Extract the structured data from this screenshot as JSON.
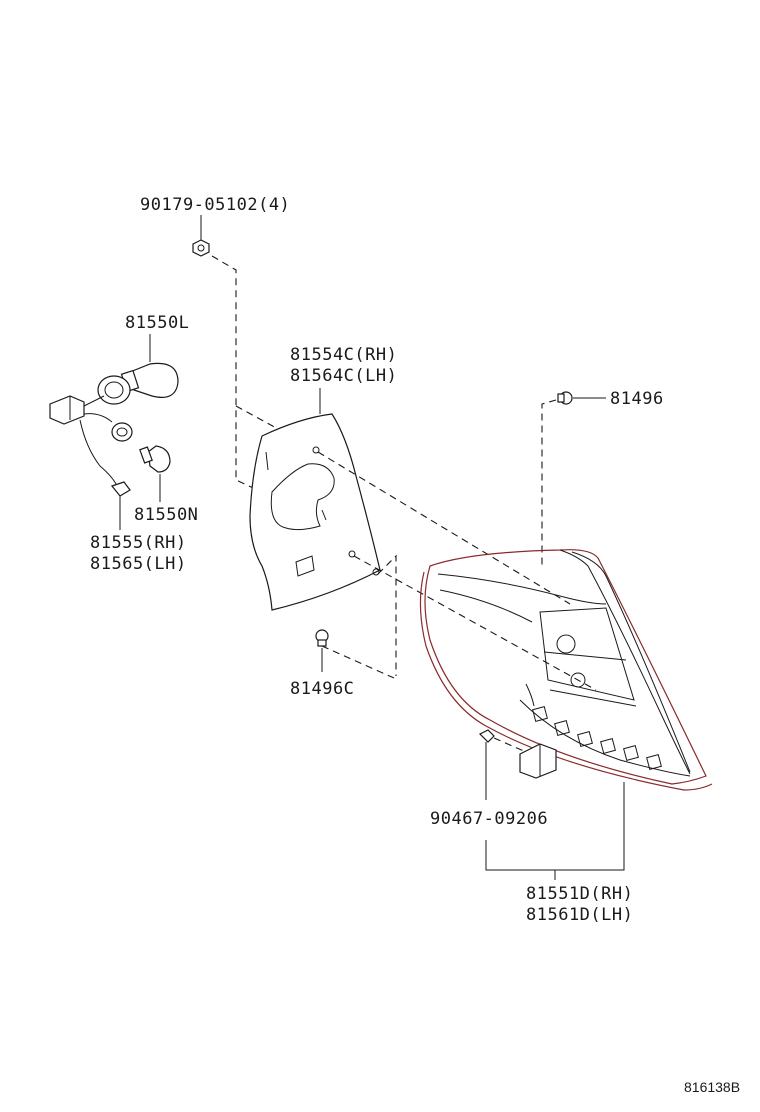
{
  "parts": {
    "bolt_top": "90179-05102(4)",
    "bulb_large": "81550L",
    "bulb_small": "81550N",
    "socket_rh": "81555(RH)",
    "socket_lh": "81565(LH)",
    "gasket_rh": "81554C(RH)",
    "gasket_lh": "81564C(LH)",
    "clip_right": "81496",
    "clip_lower": "81496C",
    "screw": "90467-09206",
    "lamp_rh": "81551D(RH)",
    "lamp_lh": "81561D(LH)"
  },
  "figure_code": "816138B",
  "colors": {
    "line": "#1a1a1a",
    "lamp_outline": "#8a2a2a"
  }
}
